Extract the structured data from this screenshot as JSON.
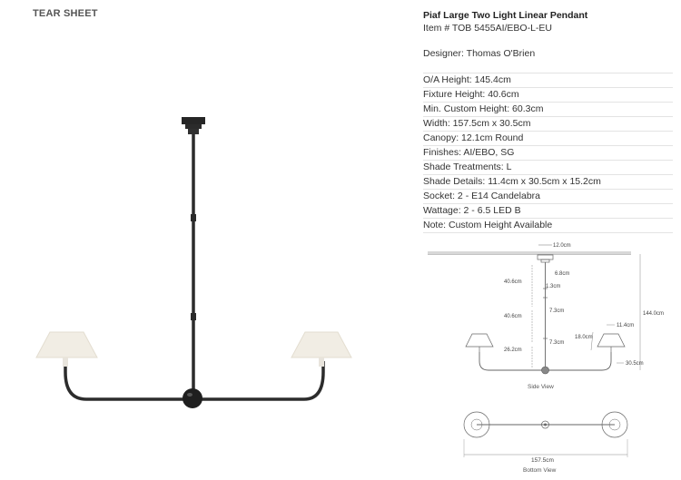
{
  "header": {
    "label": "TEAR SHEET"
  },
  "product": {
    "title": "Piaf Large Two Light Linear Pendant",
    "item": "Item # TOB 5455AI/EBO-L-EU",
    "designer": "Designer: Thomas O'Brien"
  },
  "specs": [
    "O/A Height: 145.4cm",
    "Fixture Height: 40.6cm",
    "Min. Custom Height: 60.3cm",
    "Width: 157.5cm x 30.5cm",
    "Canopy: 12.1cm Round",
    "Finishes: AI/EBO, SG",
    "Shade Treatments: L",
    "Shade Details: 11.4cm x 30.5cm x 15.2cm",
    "Socket: 2 - E14 Candelabra",
    "Wattage: 2 - 6.5 LED B",
    "Note: Custom Height Available"
  ],
  "drawing": {
    "dim_canopy": "12.0cm",
    "dim_a": "6.8cm",
    "dim_b": "1.3cm",
    "dim_c": "7.3cm",
    "dim_d": "7.3cm",
    "dim_upper": "40.6cm",
    "dim_lower": "40.6cm",
    "dim_arm": "26.2cm",
    "dim_shade_h": "18.0cm",
    "dim_shade_top": "11.4cm",
    "dim_shade_w": "30.5cm",
    "dim_total": "144.0cm",
    "side_view": "Side View",
    "dim_width": "157.5cm",
    "bottom_view": "Bottom View"
  }
}
